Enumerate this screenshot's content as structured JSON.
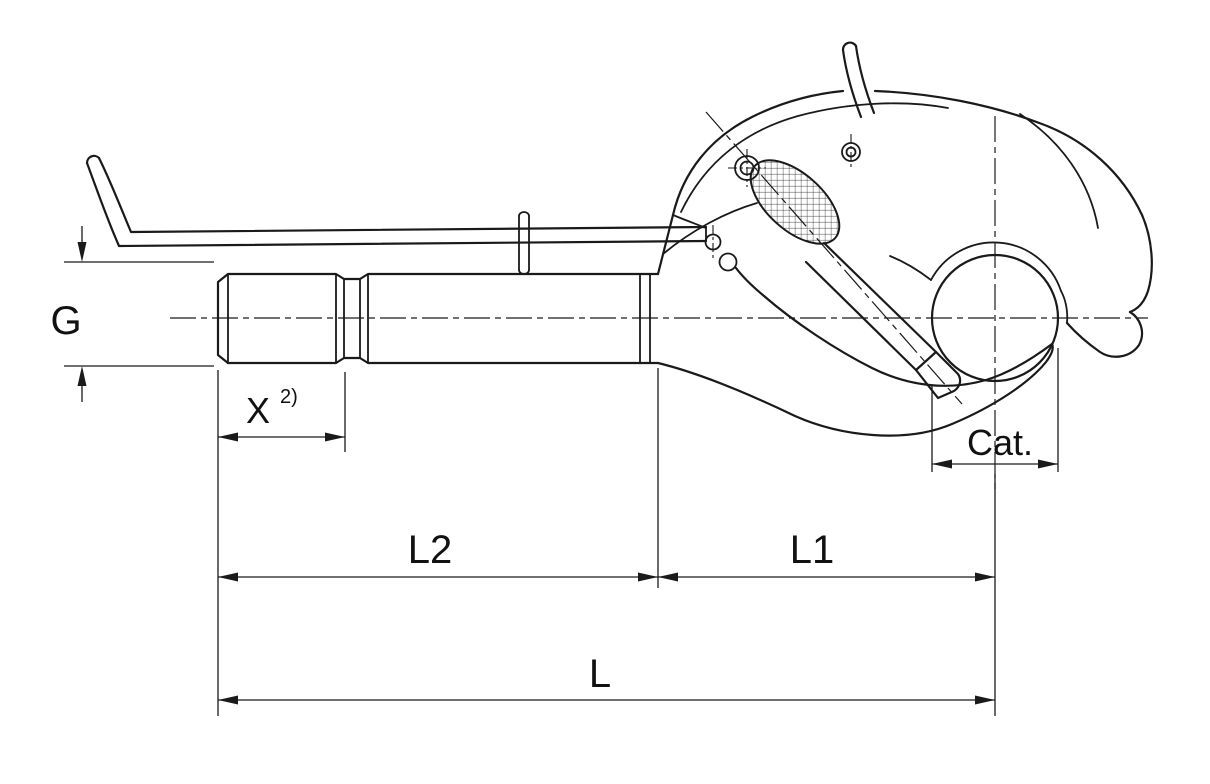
{
  "drawing": {
    "background": "#ffffff",
    "line_color": "#1a1a1a",
    "labels": {
      "g": "G",
      "x": "X",
      "x_sup": "2)",
      "cat": "Cat.",
      "l2": "L2",
      "l1": "L1",
      "l": "L"
    }
  }
}
